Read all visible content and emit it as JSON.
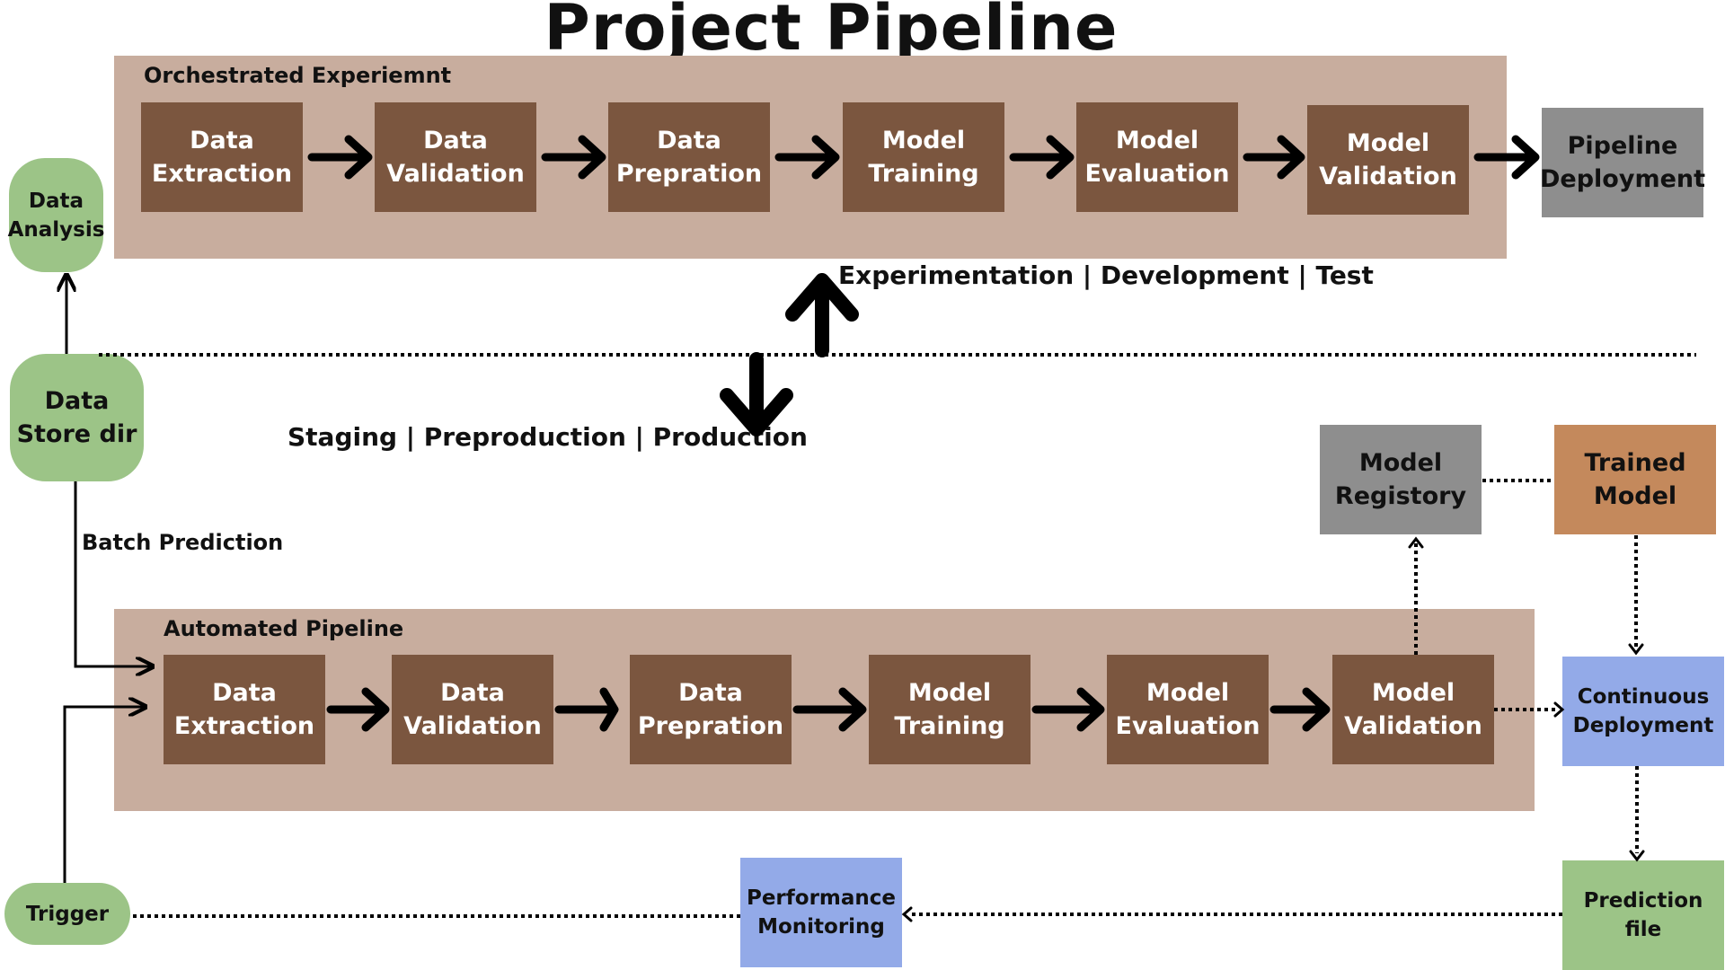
{
  "title": "Project Pipeline",
  "orchestrated": {
    "label": "Orchestrated Experiemnt",
    "steps": [
      "Data\nExtraction",
      "Data\nValidation",
      "Data\nPrepration",
      "Model\nTraining",
      "Model\nEvaluation",
      "Model\nValidation"
    ]
  },
  "pipeline_deployment": "Pipeline\nDeployment",
  "data_analysis": "Data\nAnalysis",
  "data_store": "Data\nStore dir",
  "env_top": "Experimentation | Development | Test",
  "env_bottom": "Staging | Preproduction | Production",
  "batch_prediction": "Batch Prediction",
  "model_registry": "Model\nRegistory",
  "trained_model": "Trained\nModel",
  "automated": {
    "label": "Automated Pipeline",
    "steps": [
      "Data\nExtraction",
      "Data\nValidation",
      "Data\nPrepration",
      "Model\nTraining",
      "Model\nEvaluation",
      "Model\nValidation"
    ]
  },
  "continuous_deployment": "Continuous\nDeployment",
  "prediction_file": "Prediction\nfile",
  "performance_monitoring": "Performance\nMonitoring",
  "trigger": "Trigger",
  "colors": {
    "panel": "#c8ad9e",
    "step": "#7b563f",
    "gray": "#8e8e8e",
    "blue": "#93aae8",
    "green": "#9cc487",
    "orange": "#c4895c"
  }
}
